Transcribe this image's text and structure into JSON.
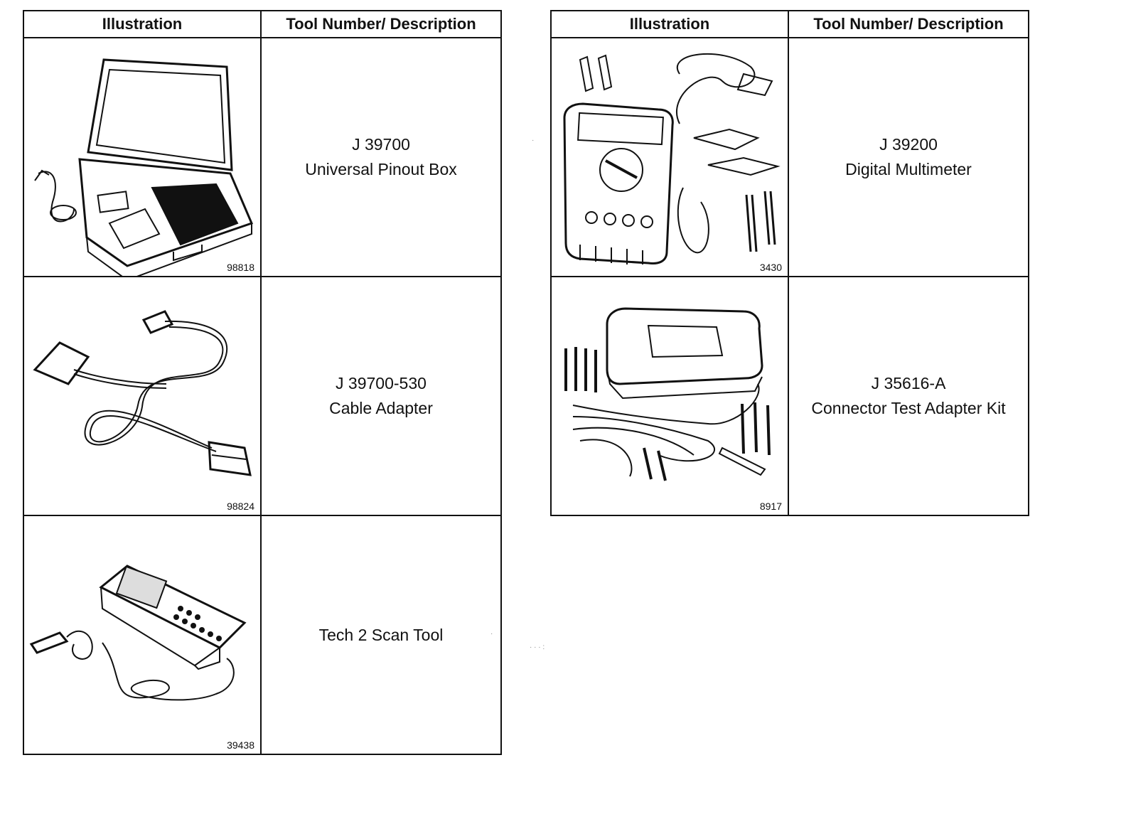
{
  "headers": {
    "illustration": "Illustration",
    "description": "Tool Number/ Description"
  },
  "left_table": [
    {
      "tool_number": "J 39700",
      "description": "Universal Pinout Box",
      "figure": "98818",
      "icon": "pinout-box-case-icon"
    },
    {
      "tool_number": "J 39700-530",
      "description": "Cable Adapter",
      "figure": "98824",
      "icon": "cable-adapter-icon"
    },
    {
      "tool_number": "",
      "description": "Tech 2 Scan Tool",
      "figure": "39438",
      "icon": "scan-tool-icon"
    }
  ],
  "right_table": [
    {
      "tool_number": "J 39200",
      "description": "Digital Multimeter",
      "figure": "3430",
      "icon": "multimeter-icon"
    },
    {
      "tool_number": "J 35616-A",
      "description": "Connector Test Adapter Kit",
      "figure": "8917",
      "icon": "test-adapter-kit-icon"
    }
  ]
}
